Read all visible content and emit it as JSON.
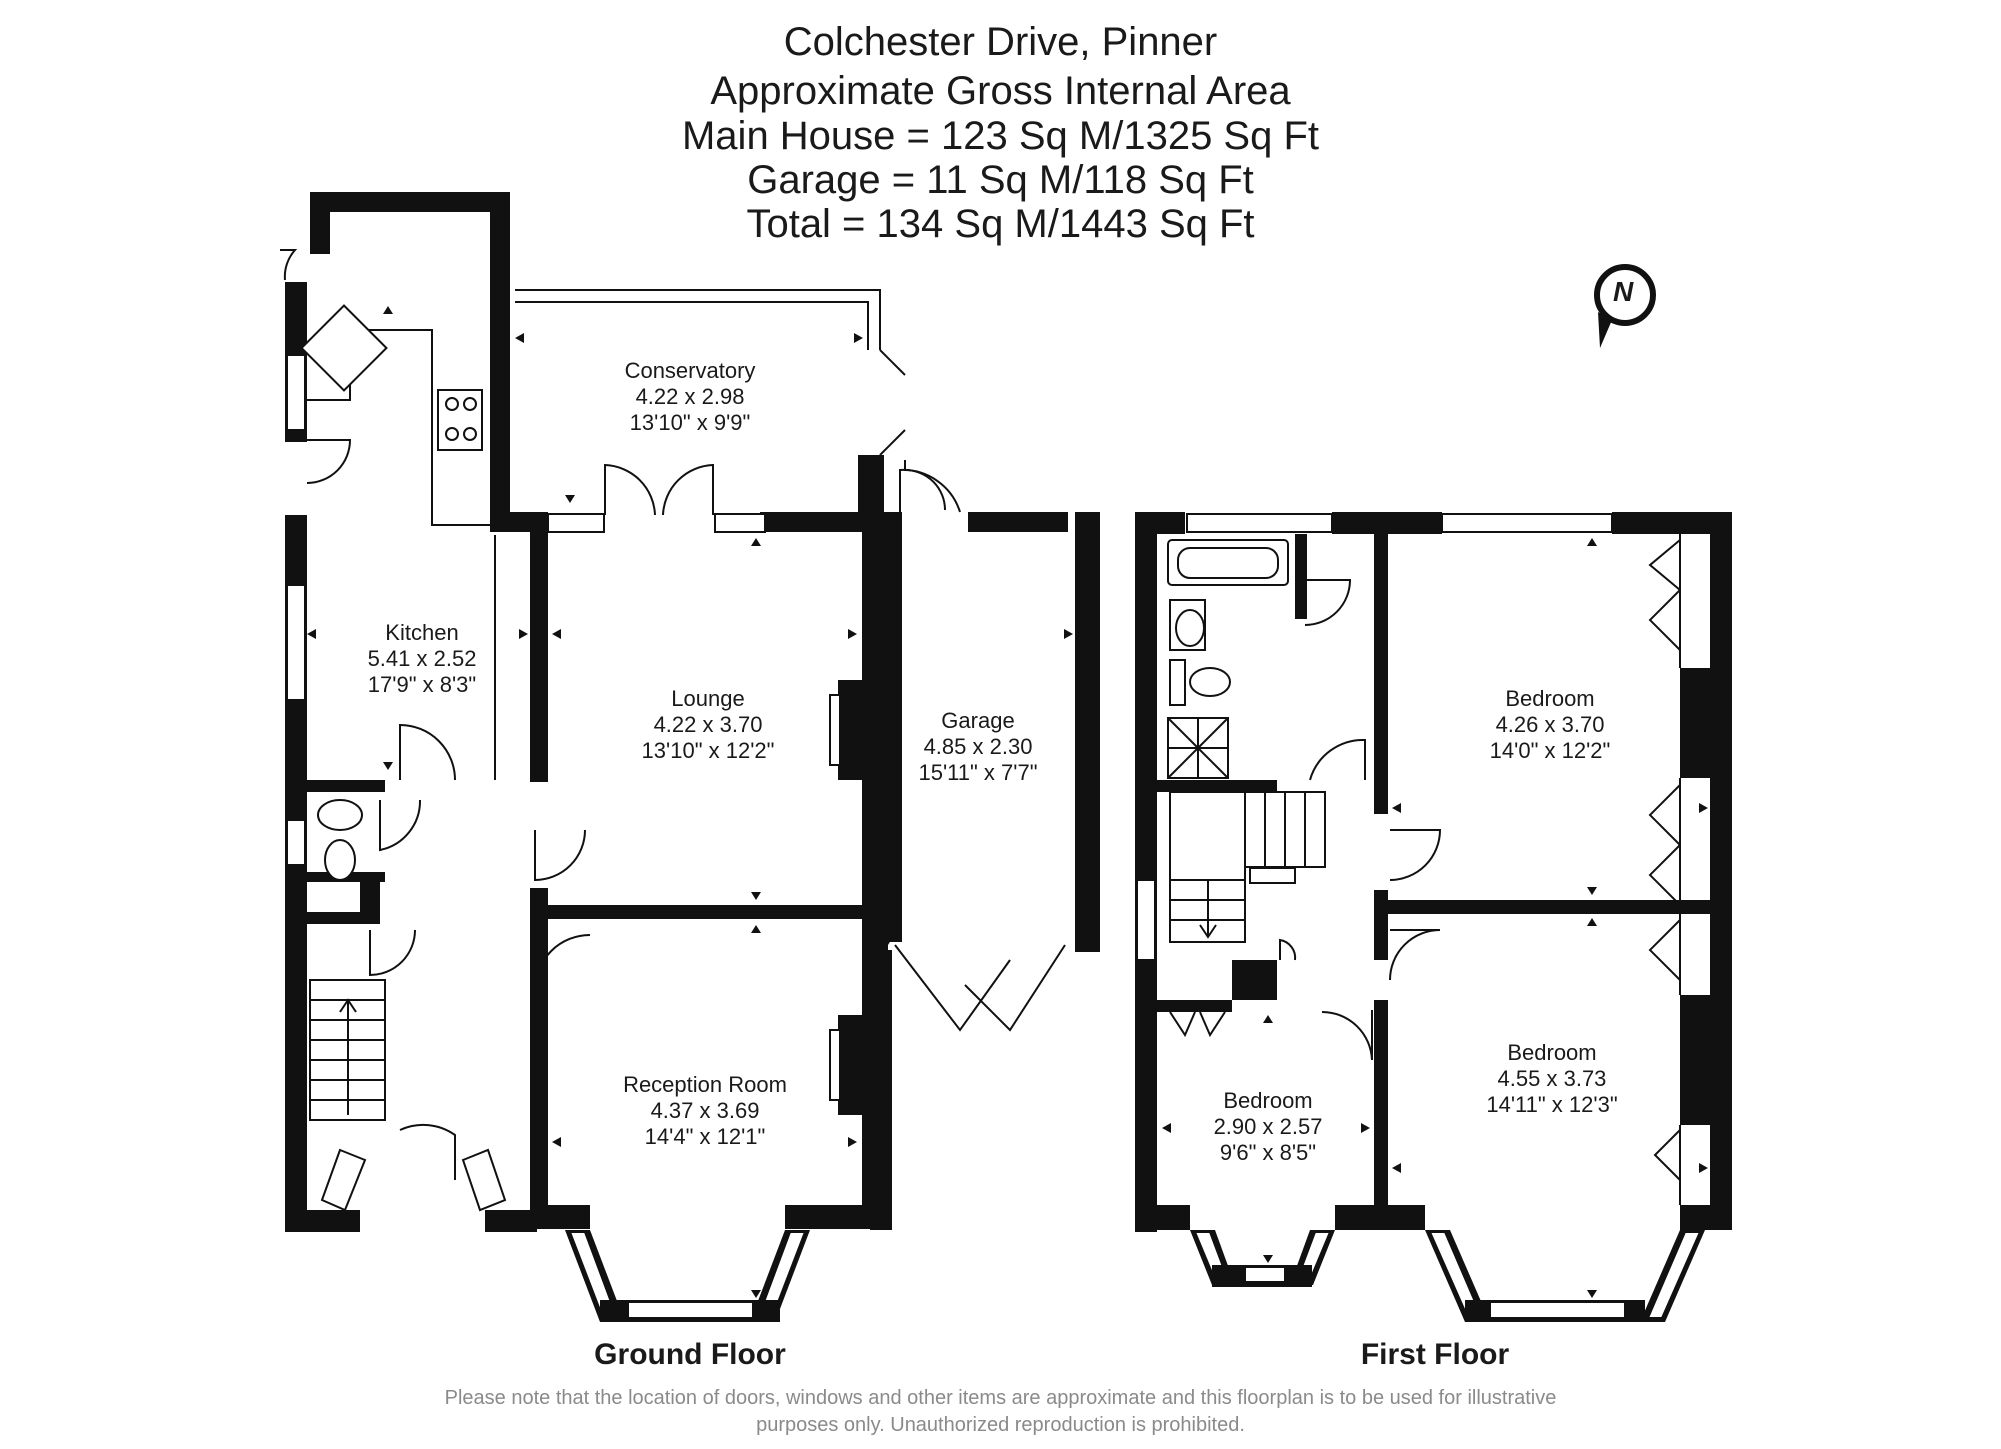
{
  "header": {
    "address": "Colchester Drive, Pinner",
    "subtitle": "Approximate Gross Internal Area",
    "main_house": "Main House = 123 Sq M/1325 Sq Ft",
    "garage": "Garage = 11 Sq M/118 Sq Ft",
    "total": "Total = 134 Sq M/1443 Sq Ft"
  },
  "compass": {
    "label": "N",
    "icon": "north-arrow-icon"
  },
  "ground_floor": {
    "label": "Ground Floor",
    "rooms": {
      "conservatory": {
        "name": "Conservatory",
        "metric": "4.22 x 2.98",
        "imperial": "13'10\" x 9'9\""
      },
      "kitchen": {
        "name": "Kitchen",
        "metric": "5.41 x 2.52",
        "imperial": "17'9\" x 8'3\""
      },
      "lounge": {
        "name": "Lounge",
        "metric": "4.22 x 3.70",
        "imperial": "13'10\" x 12'2\""
      },
      "garage": {
        "name": "Garage",
        "metric": "4.85 x 2.30",
        "imperial": "15'11\" x 7'7\""
      },
      "reception": {
        "name": "Reception Room",
        "metric": "4.37 x 3.69",
        "imperial": "14'4\" x 12'1\""
      }
    }
  },
  "first_floor": {
    "label": "First Floor",
    "rooms": {
      "bedroom_rear": {
        "name": "Bedroom",
        "metric": "4.26 x 3.70",
        "imperial": "14'0\" x 12'2\""
      },
      "bedroom_front": {
        "name": "Bedroom",
        "metric": "4.55 x 3.73",
        "imperial": "14'11\" x 12'3\""
      },
      "bedroom_small": {
        "name": "Bedroom",
        "metric": "2.90 x 2.57",
        "imperial": "9'6\" x 8'5\""
      }
    }
  },
  "disclaimer": {
    "line1": "Please note that the location of doors, windows and other items are approximate and this floorplan is to be used for illustrative",
    "line2": "purposes only. Unauthorized reproduction is prohibited."
  },
  "colors": {
    "walls": "#111111",
    "text": "#1a1a1a",
    "disclaimer": "#8a8a8a",
    "background": "#ffffff"
  }
}
